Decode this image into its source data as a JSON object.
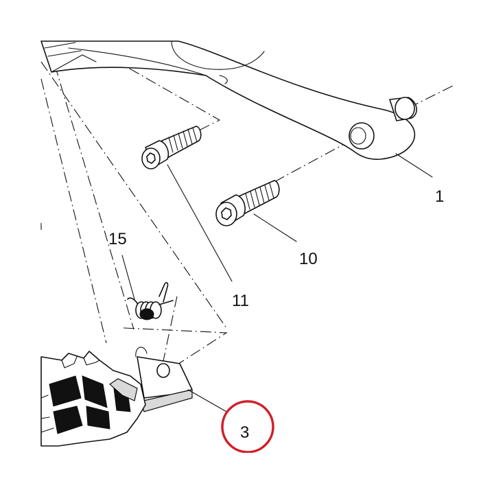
{
  "callouts": {
    "c1": "1",
    "c10": "10",
    "c11": "11",
    "c15": "15",
    "c3": "3"
  },
  "highlight_color": "#d0202a"
}
